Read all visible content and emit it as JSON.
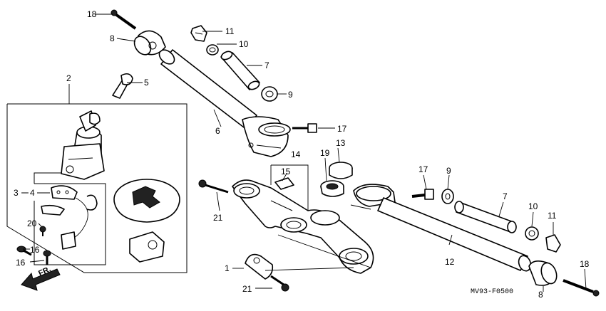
{
  "diagram": {
    "code": "MV93-F0500",
    "direction_label": "FR.",
    "labels": {
      "p1": "1",
      "p2": "2",
      "p3": "3",
      "p4": "4",
      "p5": "5",
      "p6": "6",
      "p7a": "7",
      "p7b": "7",
      "p8a": "8",
      "p8b": "8",
      "p9a": "9",
      "p9b": "9",
      "p10a": "10",
      "p10b": "10",
      "p11a": "11",
      "p11b": "11",
      "p12": "12",
      "p13": "13",
      "p14": "14",
      "p15": "15",
      "p16a": "16",
      "p16b": "16",
      "p17a": "17",
      "p17b": "17",
      "p18a": "18",
      "p18b": "18",
      "p19": "19",
      "p20": "20",
      "p21a": "21",
      "p21b": "21"
    }
  }
}
